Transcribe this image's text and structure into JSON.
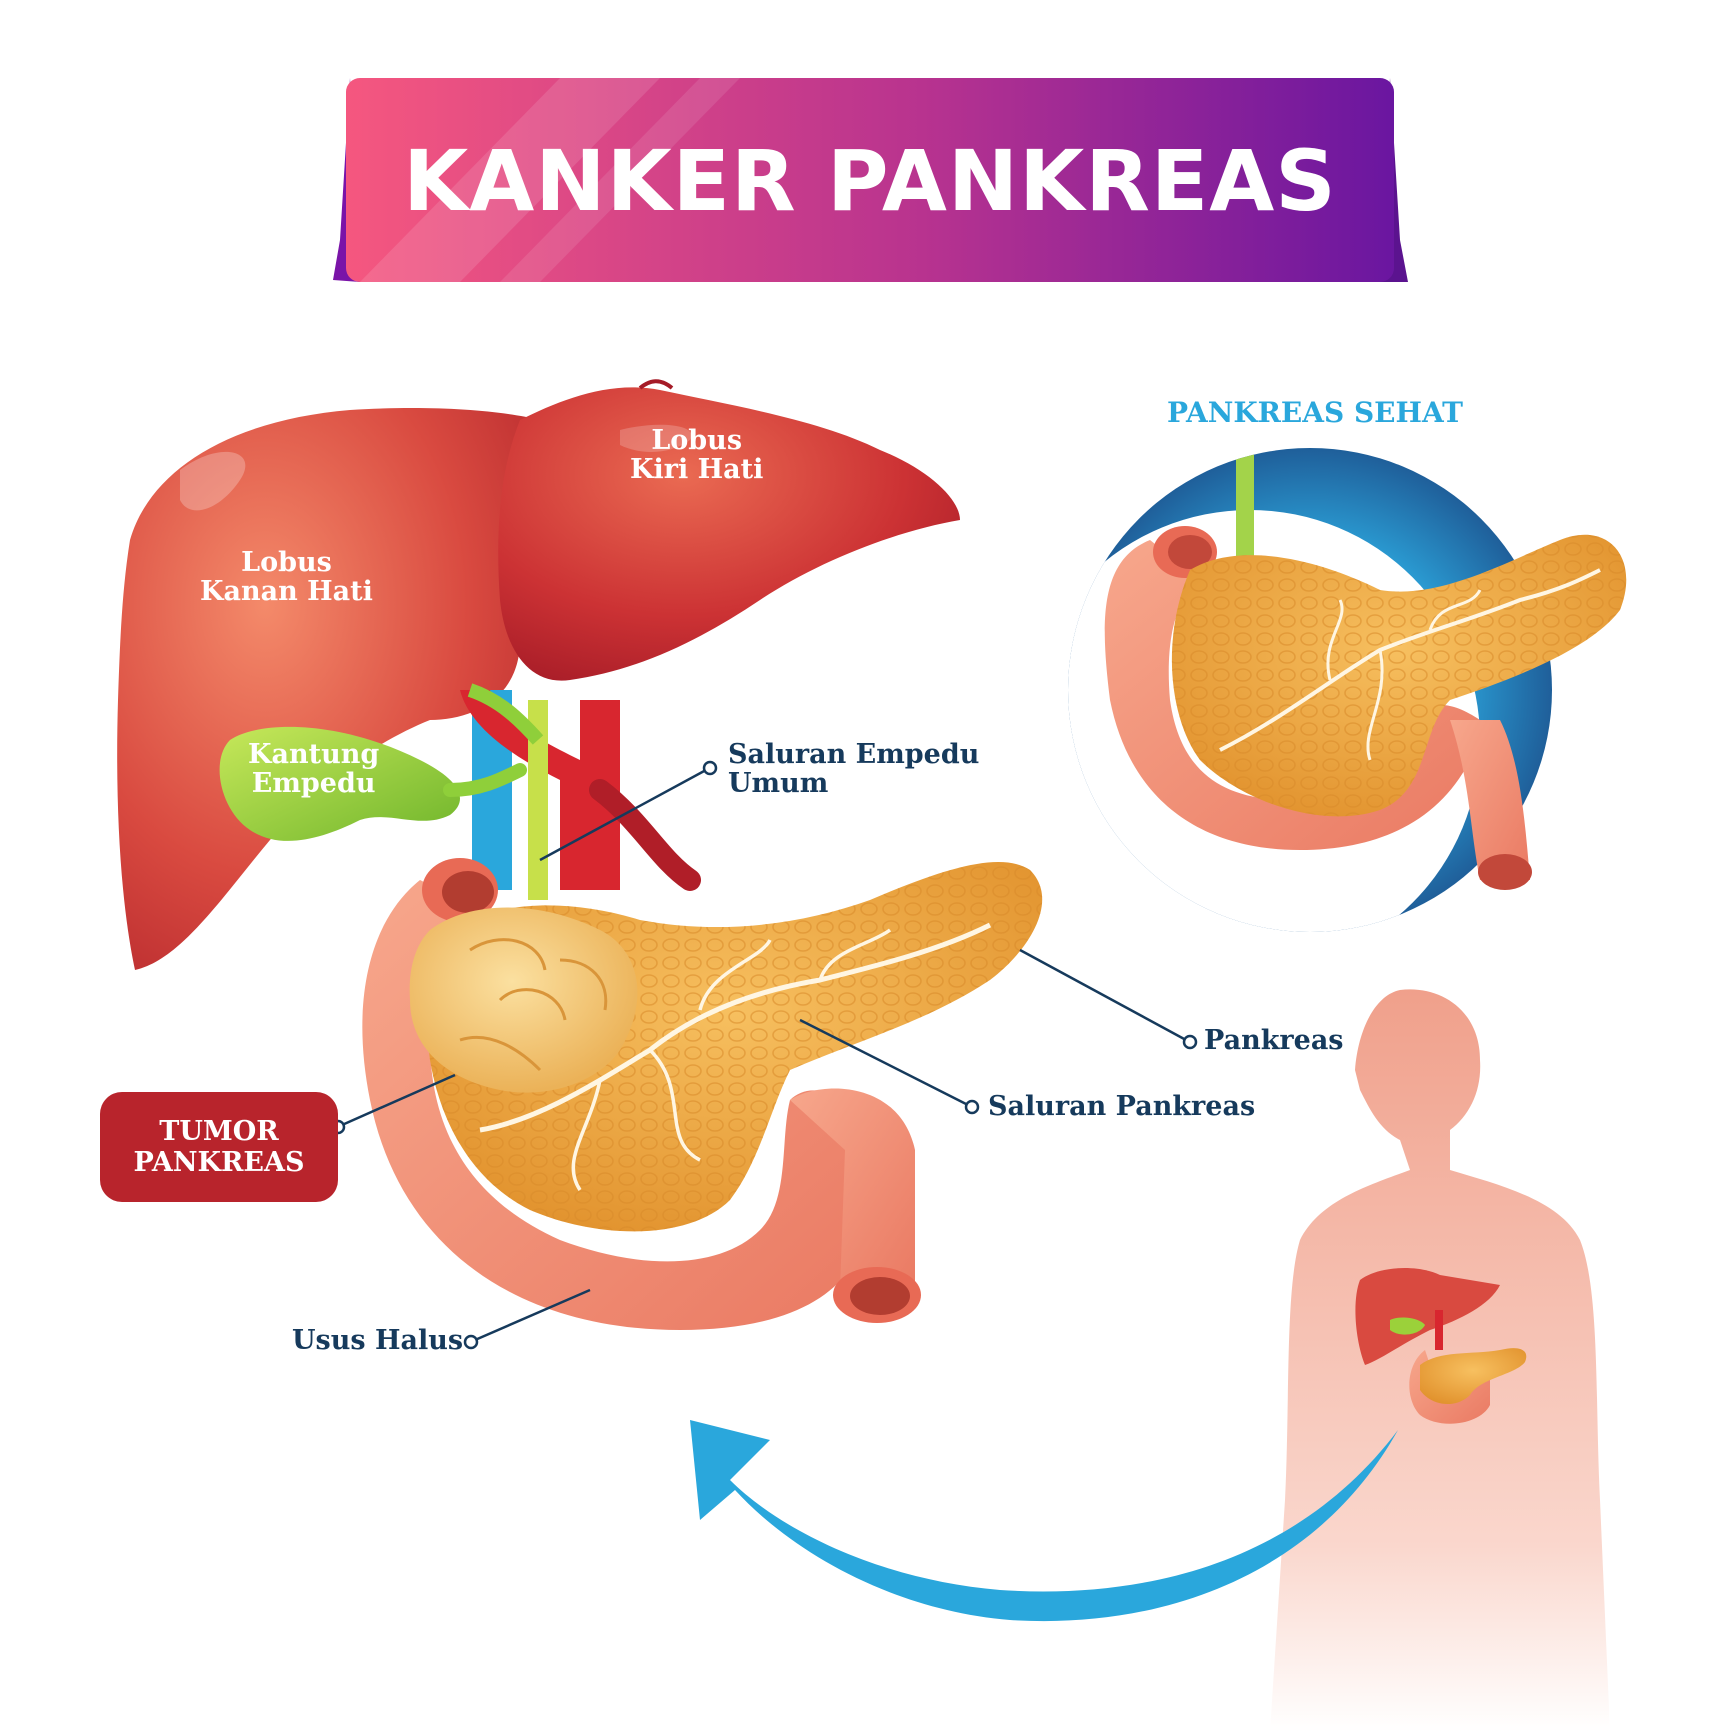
{
  "title": "KANKER PANKREAS",
  "healthy_title": "PANKREAS SEHAT",
  "labels": {
    "lobus_kiri": [
      "Lobus",
      "Kiri Hati"
    ],
    "lobus_kanan": [
      "Lobus",
      "Kanan Hati"
    ],
    "kantung_empedu": [
      "Kantung",
      "Empedu"
    ],
    "saluran_empedu": [
      "Saluran Empedu",
      "Umum"
    ],
    "pankreas": "Pankreas",
    "saluran_pankreas": "Saluran Pankreas",
    "tumor": [
      "TUMOR",
      "PANKREAS"
    ],
    "usus_halus": "Usus Halus"
  },
  "colors": {
    "banner_start": "#f5577f",
    "banner_end": "#6a16a0",
    "liver": "#d6453f",
    "liver_dark": "#a81c28",
    "gallbladder": "#9bd13a",
    "pancreas": "#eda73f",
    "intestine": "#f08b72",
    "accent_blue": "#2aa7dc",
    "label_dark": "#163a5c",
    "tumor_box": "#b8242c"
  }
}
